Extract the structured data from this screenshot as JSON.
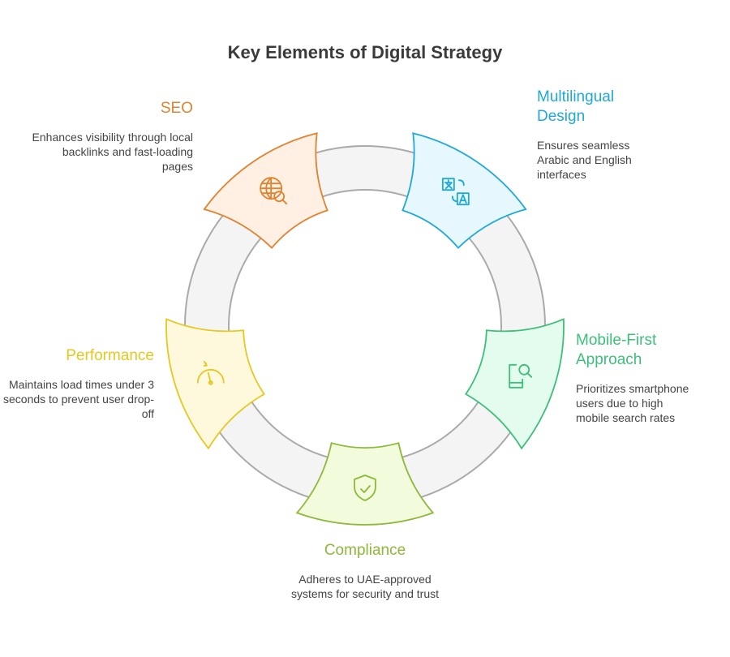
{
  "title": "Key Elements of Digital Strategy",
  "items": [
    {
      "id": "seo",
      "title": "SEO",
      "desc": "Enhances visibility through local backlinks and fast-loading pages",
      "color": "#E0822F",
      "fill": "#FFF0E3",
      "icon": "globe-search-icon",
      "angle": -34
    },
    {
      "id": "multilingual",
      "title": "Multilingual Design",
      "desc": "Ensures seamless Arabic and English interfaces",
      "color": "#1FA9DA",
      "fill": "#E6F7FE",
      "icon": "translate-icon",
      "angle": 34
    },
    {
      "id": "mobile",
      "title": "Mobile-First Approach",
      "desc": "Prioritizes smartphone users due to high mobile search rates",
      "color": "#3DBF7A",
      "fill": "#E3FCEE",
      "icon": "mobile-search-icon",
      "angle": 108
    },
    {
      "id": "compliance",
      "title": "Compliance",
      "desc": "Adheres to UAE-approved systems for security and trust",
      "color": "#8DB83A",
      "fill": "#F2FCDD",
      "icon": "shield-check-icon",
      "angle": 180
    },
    {
      "id": "performance",
      "title": "Performance",
      "desc": "Maintains load times under 3 seconds to prevent user drop-off",
      "color": "#E5C820",
      "fill": "#FEF9DC",
      "icon": "speedometer-icon",
      "angle": -108
    }
  ]
}
